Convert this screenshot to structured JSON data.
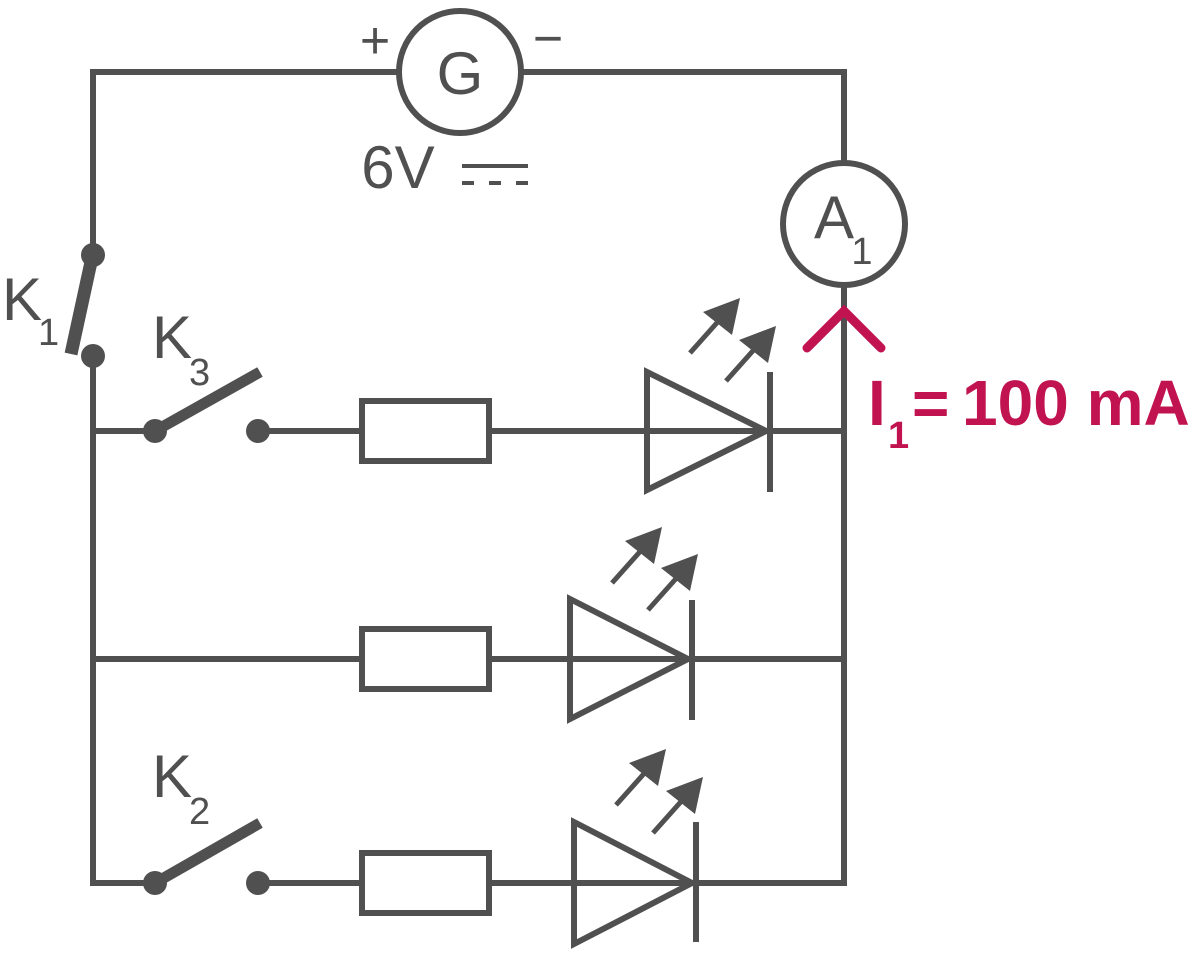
{
  "colors": {
    "wire": "#505050",
    "accent": "#c0134f",
    "background": "#ffffff"
  },
  "source": {
    "symbol": "G",
    "plus": "+",
    "minus": "−",
    "rating": "6V",
    "type_icon": "dc-symbol-icon"
  },
  "ammeter": {
    "symbol": "A",
    "index": "1"
  },
  "switches": {
    "k1": {
      "letter": "K",
      "index": "1"
    },
    "k2": {
      "letter": "K",
      "index": "2"
    },
    "k3": {
      "letter": "K",
      "index": "3"
    }
  },
  "current": {
    "symbol": "I",
    "index": "1",
    "equals": "=",
    "value": "100 mA"
  },
  "branches": [
    {
      "switch": "K3",
      "components": [
        "resistor-icon",
        "led-icon"
      ]
    },
    {
      "switch": "",
      "components": [
        "resistor-icon",
        "led-icon"
      ]
    },
    {
      "switch": "K2",
      "components": [
        "resistor-icon",
        "led-icon"
      ]
    }
  ]
}
